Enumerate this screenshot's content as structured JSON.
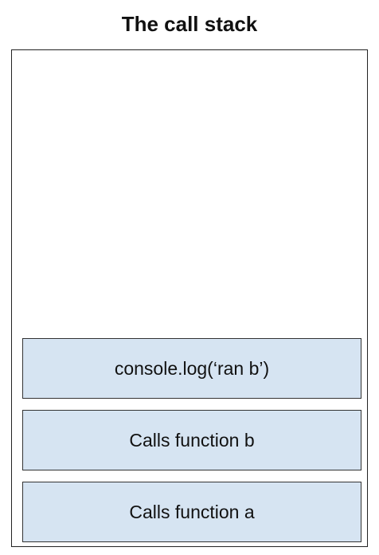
{
  "title": "The call stack",
  "stack": {
    "frames": [
      {
        "label": "console.log(‘ran b’)"
      },
      {
        "label": "Calls function b"
      },
      {
        "label": "Calls function a"
      }
    ]
  },
  "colors": {
    "frame_fill": "#d6e4f2",
    "border": "#222222"
  }
}
